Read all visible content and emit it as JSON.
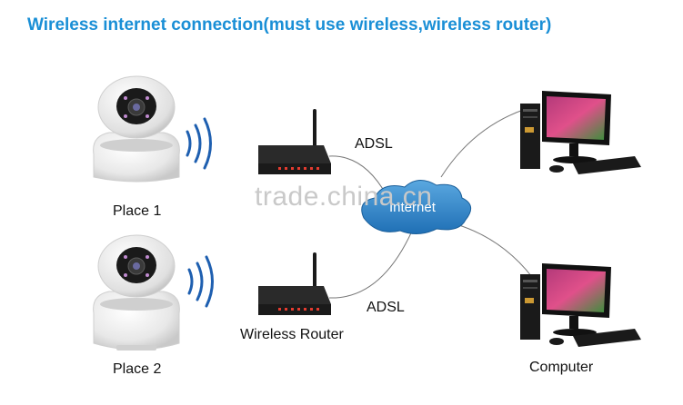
{
  "title": "Wireless internet connection(must use wireless,wireless router)",
  "labels": {
    "adsl_top": "ADSL",
    "adsl_bottom": "ADSL",
    "internet": "Internet",
    "wireless_router": "Wireless Router",
    "place1": "Place 1",
    "place2": "Place 2",
    "computer": "Computer"
  },
  "watermark": "trade.china.cn",
  "colors": {
    "title": "#1a8fd6",
    "wifi_waves": "#1e5fb0",
    "cloud": "#2e86c8",
    "router_body": "#222222",
    "router_leds": "#e53b2f"
  }
}
